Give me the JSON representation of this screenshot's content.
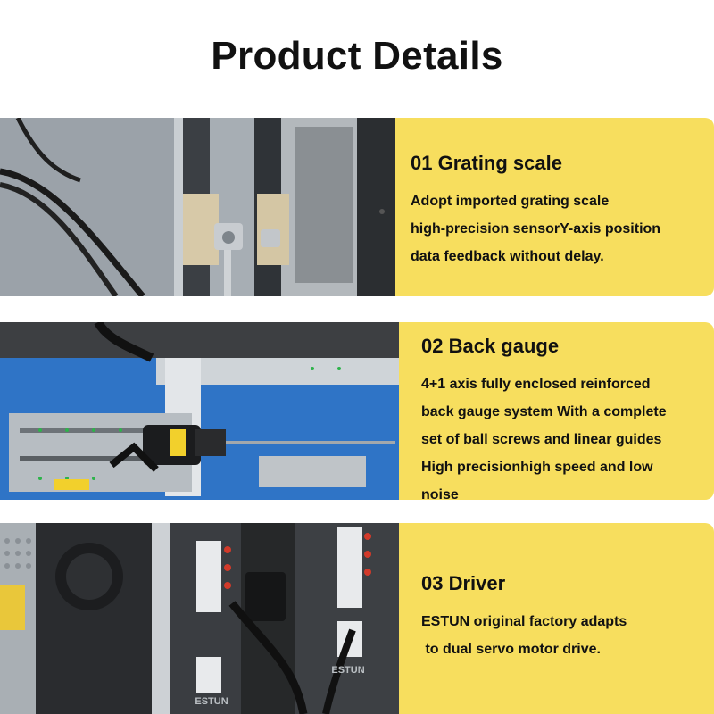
{
  "page": {
    "title": "Product Details"
  },
  "colors": {
    "panel": "#f7de5e",
    "text": "#111111",
    "chassis_blue": "#2f74c6",
    "metal": "#9aa3ab"
  },
  "sections": [
    {
      "heading": "01 Grating scale",
      "lines": [
        "Adopt imported grating scale",
        "high-precision sensorY-axis position",
        "data feedback  without delay."
      ],
      "image_subject": "grating-scale-photo"
    },
    {
      "heading": "02 Back gauge",
      "lines": [
        "4+1 axis fully enclosed reinforced",
        "back  gauge system With a complete",
        "set of ball screws and linear guides",
        "High precisionhigh speed and low",
        "noise"
      ],
      "image_subject": "back-gauge-photo"
    },
    {
      "heading": "03 Driver",
      "lines": [
        "ESTUN original factory adapts",
        " to dual servo motor drive."
      ],
      "image_subject": "servo-driver-photo",
      "photo_labels": [
        "ESTUN",
        "ESTUN"
      ]
    }
  ]
}
